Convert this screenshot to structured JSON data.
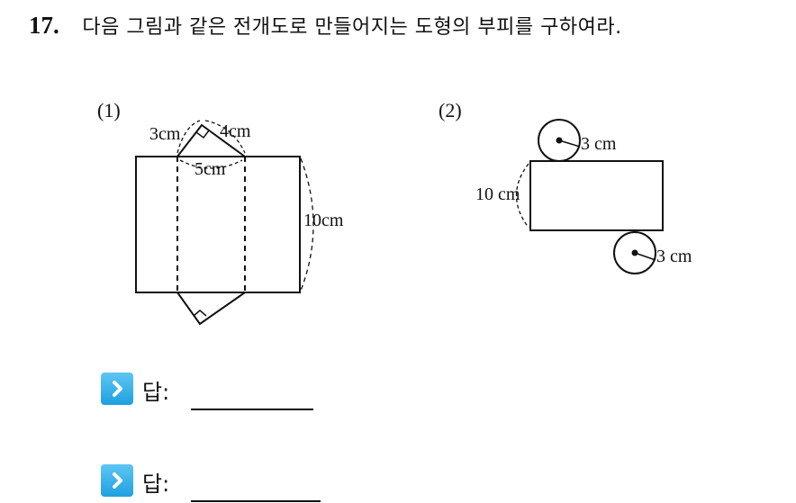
{
  "question": {
    "number": "17.",
    "text": "다음 그림과 같은 전개도로 만들어지는 도형의 부피를 구하여라."
  },
  "figures": [
    {
      "label": "(1)",
      "dims": {
        "side_a": "3cm",
        "side_b": "4cm",
        "hyp": "5cm",
        "height": "10cm"
      }
    },
    {
      "label": "(2)",
      "dims": {
        "radius_top": "3 cm",
        "height": "10 cm",
        "radius_bottom": "3 cm"
      }
    }
  ],
  "answers": [
    {
      "label": "답:",
      "value": ""
    },
    {
      "label": "답:",
      "value": ""
    }
  ],
  "colors": {
    "icon_blue": "#1ea0e0"
  }
}
